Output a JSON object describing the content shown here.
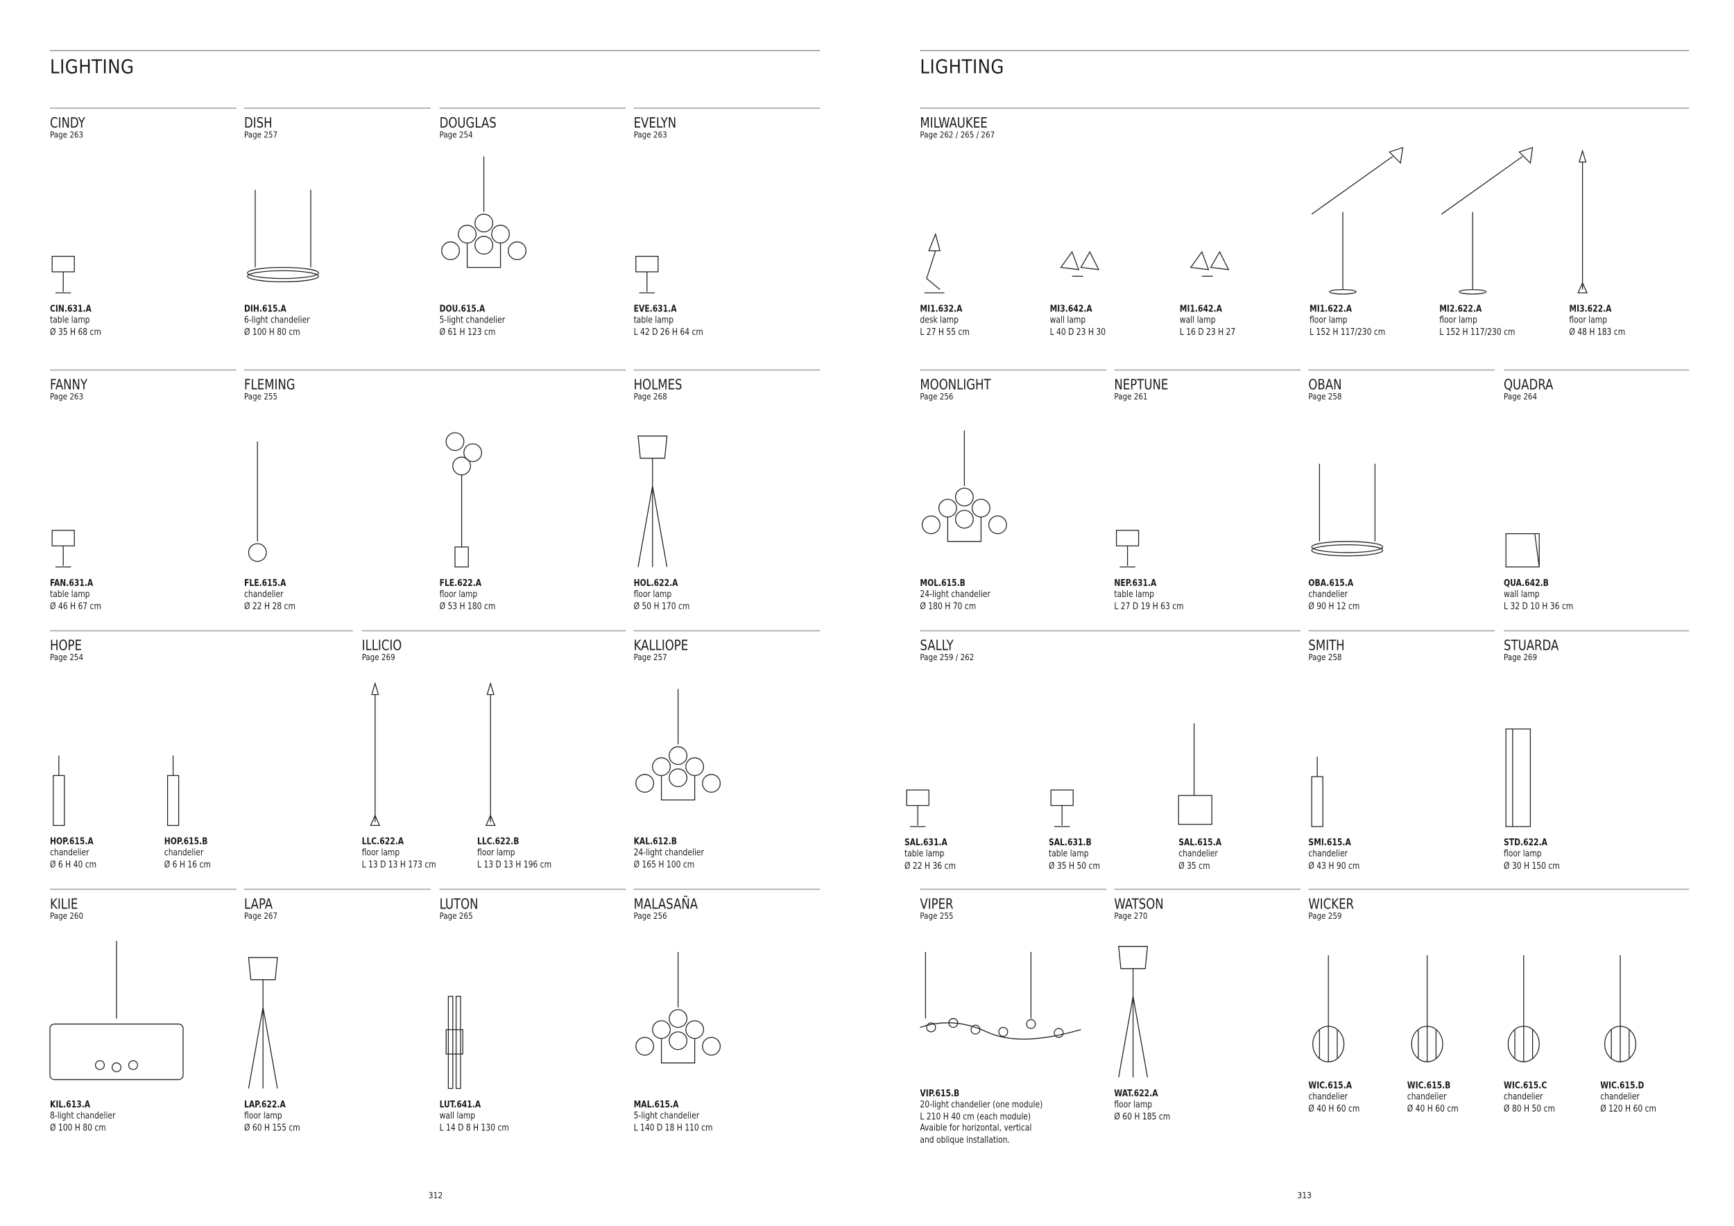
{
  "pages": [
    {
      "title": "LIGHTING",
      "page_number": "312",
      "sections": [
        {
          "name": "CINDY",
          "page": "Page 263",
          "products": [
            {
              "code": "CIN.631.A",
              "lines": [
                "table lamp",
                "Ø 35 H 68 cm"
              ],
              "icon": "table-lamp"
            }
          ]
        },
        {
          "name": "DISH",
          "page": "Page 257",
          "products": [
            {
              "code": "DIH.615.A",
              "lines": [
                "6-light chandelier",
                "Ø 100 H 80 cm"
              ],
              "icon": "ring-chandelier"
            }
          ]
        },
        {
          "name": "DOUGLAS",
          "page": "Page 254",
          "products": [
            {
              "code": "DOU.615.A",
              "lines": [
                "5-light chandelier",
                "Ø 61 H 123 cm"
              ],
              "icon": "globe-chandelier"
            }
          ]
        },
        {
          "name": "EVELYN",
          "page": "Page 263",
          "products": [
            {
              "code": "EVE.631.A",
              "lines": [
                "table lamp",
                "L 42 D 26 H 64 cm"
              ],
              "icon": "table-lamp"
            }
          ]
        },
        {
          "name": "FANNY",
          "page": "Page 263",
          "products": [
            {
              "code": "FAN.631.A",
              "lines": [
                "table lamp",
                "Ø 46 H 67 cm"
              ],
              "icon": "table-lamp"
            }
          ]
        },
        {
          "name": "FLEMING",
          "page": "Page 255",
          "products": [
            {
              "code": "FLE.615.A",
              "lines": [
                "chandelier",
                "Ø 22 H 28 cm"
              ],
              "icon": "pendant"
            },
            {
              "code": "FLE.622.A",
              "lines": [
                "floor lamp",
                "Ø 53 H 180 cm"
              ],
              "icon": "tall-floor-lamp"
            }
          ]
        },
        {
          "name": "HOLMES",
          "page": "Page 268",
          "products": [
            {
              "code": "HOL.622.A",
              "lines": [
                "floor lamp",
                "Ø 50 H 170 cm"
              ],
              "icon": "tripod-floor-lamp"
            }
          ]
        },
        {
          "name": "HOPE",
          "page": "Page 254",
          "products": [
            {
              "code": "HOP.615.A",
              "lines": [
                "chandelier",
                "Ø 6 H 40 cm"
              ],
              "icon": "tube-pendant"
            },
            {
              "code": "HOP.615.B",
              "lines": [
                "chandelier",
                "Ø 6 H 16 cm"
              ],
              "icon": "tube-pendant"
            }
          ]
        },
        {
          "name": "ILLICIO",
          "page": "Page 269",
          "products": [
            {
              "code": "LLC.622.A",
              "lines": [
                "floor lamp",
                "L 13 D 13 H 173 cm"
              ],
              "icon": "stick-floor-lamp"
            },
            {
              "code": "LLC.622.B",
              "lines": [
                "floor lamp",
                "L 13 D 13 H 196 cm"
              ],
              "icon": "stick-floor-lamp"
            }
          ]
        },
        {
          "name": "KALLIOPE",
          "page": "Page 257",
          "products": [
            {
              "code": "KAL.612.B",
              "lines": [
                "24-light chandelier",
                "Ø 165 H 100 cm"
              ],
              "icon": "globe-chandelier"
            }
          ]
        },
        {
          "name": "KILIE",
          "page": "Page 260",
          "products": [
            {
              "code": "KIL.613.A",
              "lines": [
                "8-light chandelier",
                "Ø 100 H 80 cm"
              ],
              "icon": "drum-chandelier"
            }
          ]
        },
        {
          "name": "LAPA",
          "page": "Page 267",
          "products": [
            {
              "code": "LAP.622.A",
              "lines": [
                "floor lamp",
                "Ø 60 H 155 cm"
              ],
              "icon": "tripod-floor-lamp"
            }
          ]
        },
        {
          "name": "LUTON",
          "page": "Page 265",
          "products": [
            {
              "code": "LUT.641.A",
              "lines": [
                "wall lamp",
                "L 14 D 8 H 130 cm"
              ],
              "icon": "wall-bar"
            }
          ]
        },
        {
          "name": "MALASAÑA",
          "page": "Page 256",
          "products": [
            {
              "code": "MAL.615.A",
              "lines": [
                "5-light chandelier",
                "L 140 D 18 H 110 cm"
              ],
              "icon": "globe-chandelier"
            }
          ]
        }
      ]
    },
    {
      "title": "LIGHTING",
      "page_number": "313",
      "sections": [
        {
          "name": "MILWAUKEE",
          "page": "Page 262 / 265 / 267",
          "products": [
            {
              "code": "MI1.632.A",
              "lines": [
                "desk lamp",
                "L 27 H 55 cm"
              ],
              "icon": "desk-lamp"
            },
            {
              "code": "MI3.642.A",
              "lines": [
                "wall lamp",
                "L 40 D 23 H 30"
              ],
              "icon": "wall-lamp"
            },
            {
              "code": "MI1.642.A",
              "lines": [
                "wall lamp",
                "L 16 D 23 H 27"
              ],
              "icon": "wall-lamp"
            },
            {
              "code": "MI1.622.A",
              "lines": [
                "floor lamp",
                "L 152 H 117/230 cm"
              ],
              "icon": "arm-floor-lamp"
            },
            {
              "code": "MI2.622.A",
              "lines": [
                "floor lamp",
                "L 152 H 117/230 cm"
              ],
              "icon": "arm-floor-lamp"
            },
            {
              "code": "MI3.622.A",
              "lines": [
                "floor lamp",
                "Ø 48 H 183 cm"
              ],
              "icon": "stick-floor-lamp"
            }
          ]
        },
        {
          "name": "MOONLIGHT",
          "page": "Page 256",
          "products": [
            {
              "code": "MOL.615.B",
              "lines": [
                "24-light chandelier",
                "Ø 180 H 70 cm"
              ],
              "icon": "globe-chandelier"
            }
          ]
        },
        {
          "name": "NEPTUNE",
          "page": "Page 261",
          "products": [
            {
              "code": "NEP.631.A",
              "lines": [
                "table lamp",
                "L 27 D 19 H 63 cm"
              ],
              "icon": "table-lamp"
            }
          ]
        },
        {
          "name": "OBAN",
          "page": "Page 258",
          "products": [
            {
              "code": "OBA.615.A",
              "lines": [
                "chandelier",
                "Ø 90 H 12 cm"
              ],
              "icon": "ring-chandelier"
            }
          ]
        },
        {
          "name": "QUADRA",
          "page": "Page 264",
          "products": [
            {
              "code": "QUA.642.B",
              "lines": [
                "wall lamp",
                "L 32 D 10 H 36 cm"
              ],
              "icon": "wall-box"
            }
          ]
        },
        {
          "name": "SALLY",
          "page": "Page 259 / 262",
          "products": [
            {
              "code": "SAL.631.A",
              "lines": [
                "table lamp",
                "Ø 22 H 36 cm"
              ],
              "icon": "table-lamp"
            },
            {
              "code": "SAL.631.B",
              "lines": [
                "table lamp",
                "Ø 35 H 50 cm"
              ],
              "icon": "table-lamp"
            },
            {
              "code": "SAL.615.A",
              "lines": [
                "chandelier",
                "Ø 35 cm"
              ],
              "icon": "drum-pendant"
            }
          ]
        },
        {
          "name": "SMITH",
          "page": "Page 258",
          "products": [
            {
              "code": "SMI.615.A",
              "lines": [
                "chandelier",
                "Ø 43 H 90 cm"
              ],
              "icon": "tube-pendant"
            }
          ]
        },
        {
          "name": "STUARDA",
          "page": "Page 269",
          "products": [
            {
              "code": "STD.622.A",
              "lines": [
                "floor lamp",
                "Ø 30 H 150 cm"
              ],
              "icon": "column-lamp"
            }
          ]
        },
        {
          "name": "VIPER",
          "page": "Page 255",
          "products": [
            {
              "code": "VIP.615.B",
              "lines": [
                "20-light chandelier (one module)",
                "L 210 H 40 cm (each module)",
                "Avaible for horizontal, vertical",
                "and oblique installation."
              ],
              "icon": "linear-chandelier"
            }
          ]
        },
        {
          "name": "WATSON",
          "page": "Page 270",
          "products": [
            {
              "code": "WAT.622.A",
              "lines": [
                "floor lamp",
                "Ø 60 H 185 cm"
              ],
              "icon": "tripod-floor-lamp"
            }
          ]
        },
        {
          "name": "WICKER",
          "page": "Page 259",
          "products": [
            {
              "code": "WIC.615.A",
              "lines": [
                "chandelier",
                "Ø 40 H 60 cm"
              ],
              "icon": "wicker-pendant"
            },
            {
              "code": "WIC.615.B",
              "lines": [
                "chandelier",
                "Ø 40 H 60 cm"
              ],
              "icon": "wicker-pendant"
            },
            {
              "code": "WIC.615.C",
              "lines": [
                "chandelier",
                "Ø 80 H 50 cm"
              ],
              "icon": "wicker-pendant"
            },
            {
              "code": "WIC.615.D",
              "lines": [
                "chandelier",
                "Ø 120 H 60 cm"
              ],
              "icon": "wicker-pendant"
            }
          ]
        }
      ]
    }
  ]
}
